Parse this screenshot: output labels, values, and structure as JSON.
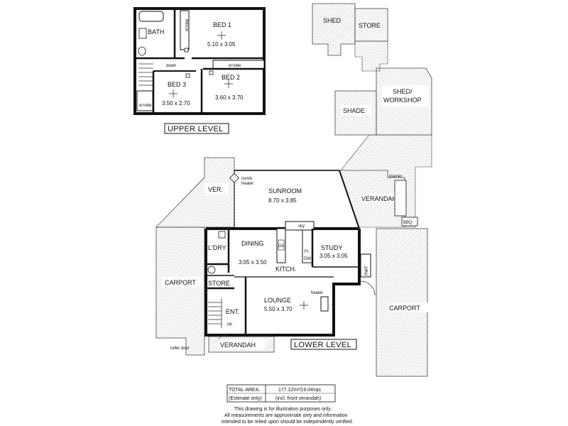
{
  "upper": {
    "title": "UPPER LEVEL",
    "bath": "BATH",
    "bed1": "BED 1",
    "bed1_dim": "5.10 x 3.05",
    "bed2": "BED 2",
    "bed2_dim": "3.60 x 3.70",
    "bed3": "BED 3",
    "bed3_dim": "3.50 x 2.70",
    "wrobe": "w'robe",
    "down": "down"
  },
  "outbuildings": {
    "shed": "SHED",
    "store": "STORE",
    "workshop_line1": "SHED/",
    "workshop_line2": "WORKSHOP",
    "shade": "SHADE"
  },
  "lower": {
    "title": "LOWER LEVEL",
    "sunroom": "SUNROOM",
    "sunroom_dim": "8.70 x 3.85",
    "comb_heater_1": "comb.",
    "comb_heater_2": "heater",
    "ver": "VER.",
    "verandah_right": "VERANDAH",
    "planter": "planter",
    "bbq": "BBQ",
    "ldry": "L'DRY",
    "dining": "DINING",
    "dining_dim": "3.05 x 3.50",
    "kitch": "KITCH.",
    "study": "STUDY",
    "study_dim": "3.05 x 3.05",
    "rwt": "RWT",
    "store": "STORE",
    "lounge": "LOUNGE",
    "lounge_dim": "5.50 x 3.70",
    "heater": "heater",
    "ent": "ENT.",
    "up": "up",
    "carport_left": "CARPORT",
    "carport_right": "CARPORT",
    "roller_door": "roller door",
    "verandah_front": "VERANDAH",
    "sky": "sky",
    "ov": "Ov.",
    "fr": "Fr.",
    "dw": "DW"
  },
  "area": {
    "label": "TOTAL AREA:",
    "sub": "(Estimate only)",
    "value": "177.12m²/19.04sqs",
    "value_sub": "(incl. front verandah)"
  },
  "disclaimer": {
    "line1": "This drawing is for illustration purposes only.",
    "line2": "All measurements are approximate only and information",
    "line3": "intended to be relied upon should be independently verified."
  }
}
